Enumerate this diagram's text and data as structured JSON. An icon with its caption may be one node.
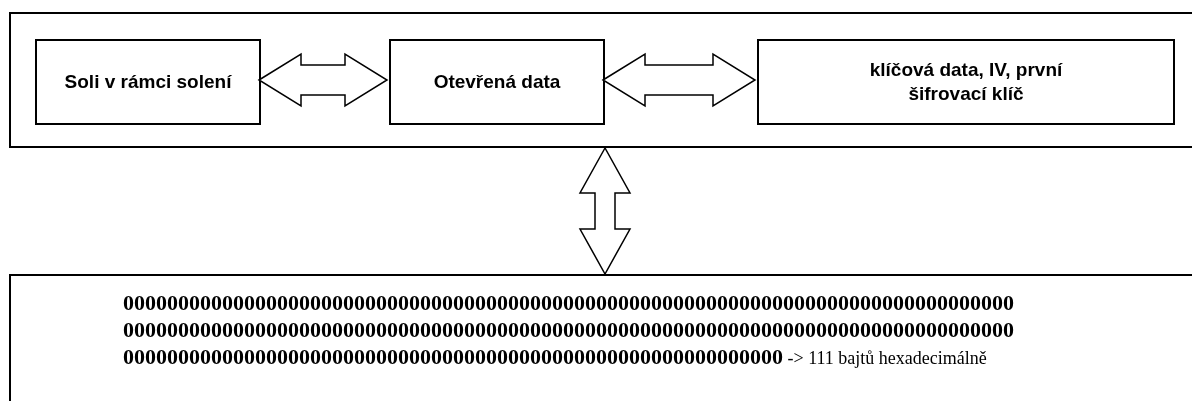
{
  "diagram": {
    "nodes": [
      {
        "text": [],
        "shape": "box"
      },
      {
        "text": [
          "Soli v rámci solení"
        ],
        "in": 0
      },
      {
        "text": [
          "Otevřená data"
        ],
        "in": 0
      },
      {
        "text": [
          "klíčová data, IV, první šifrovací klíč"
        ],
        "in": 0
      },
      {
        "text": [
          "**000000000000000000000000000000000000000000000000000000000000000000000000000000000000000000000000000000000000000000000000000000000000000000000000000000000000000000000000000000000000000000000000000000000000000000000000000000** -> 111 bajtů hexadecimálně"
        ]
      }
    ],
    "edges": [
      {
        "from": 1,
        "to": 2,
        "arrow": "both"
      },
      {
        "from": 2,
        "to": 3,
        "arrow": "both"
      },
      {
        "from": 0,
        "to": 4,
        "arrow": "both"
      }
    ]
  }
}
